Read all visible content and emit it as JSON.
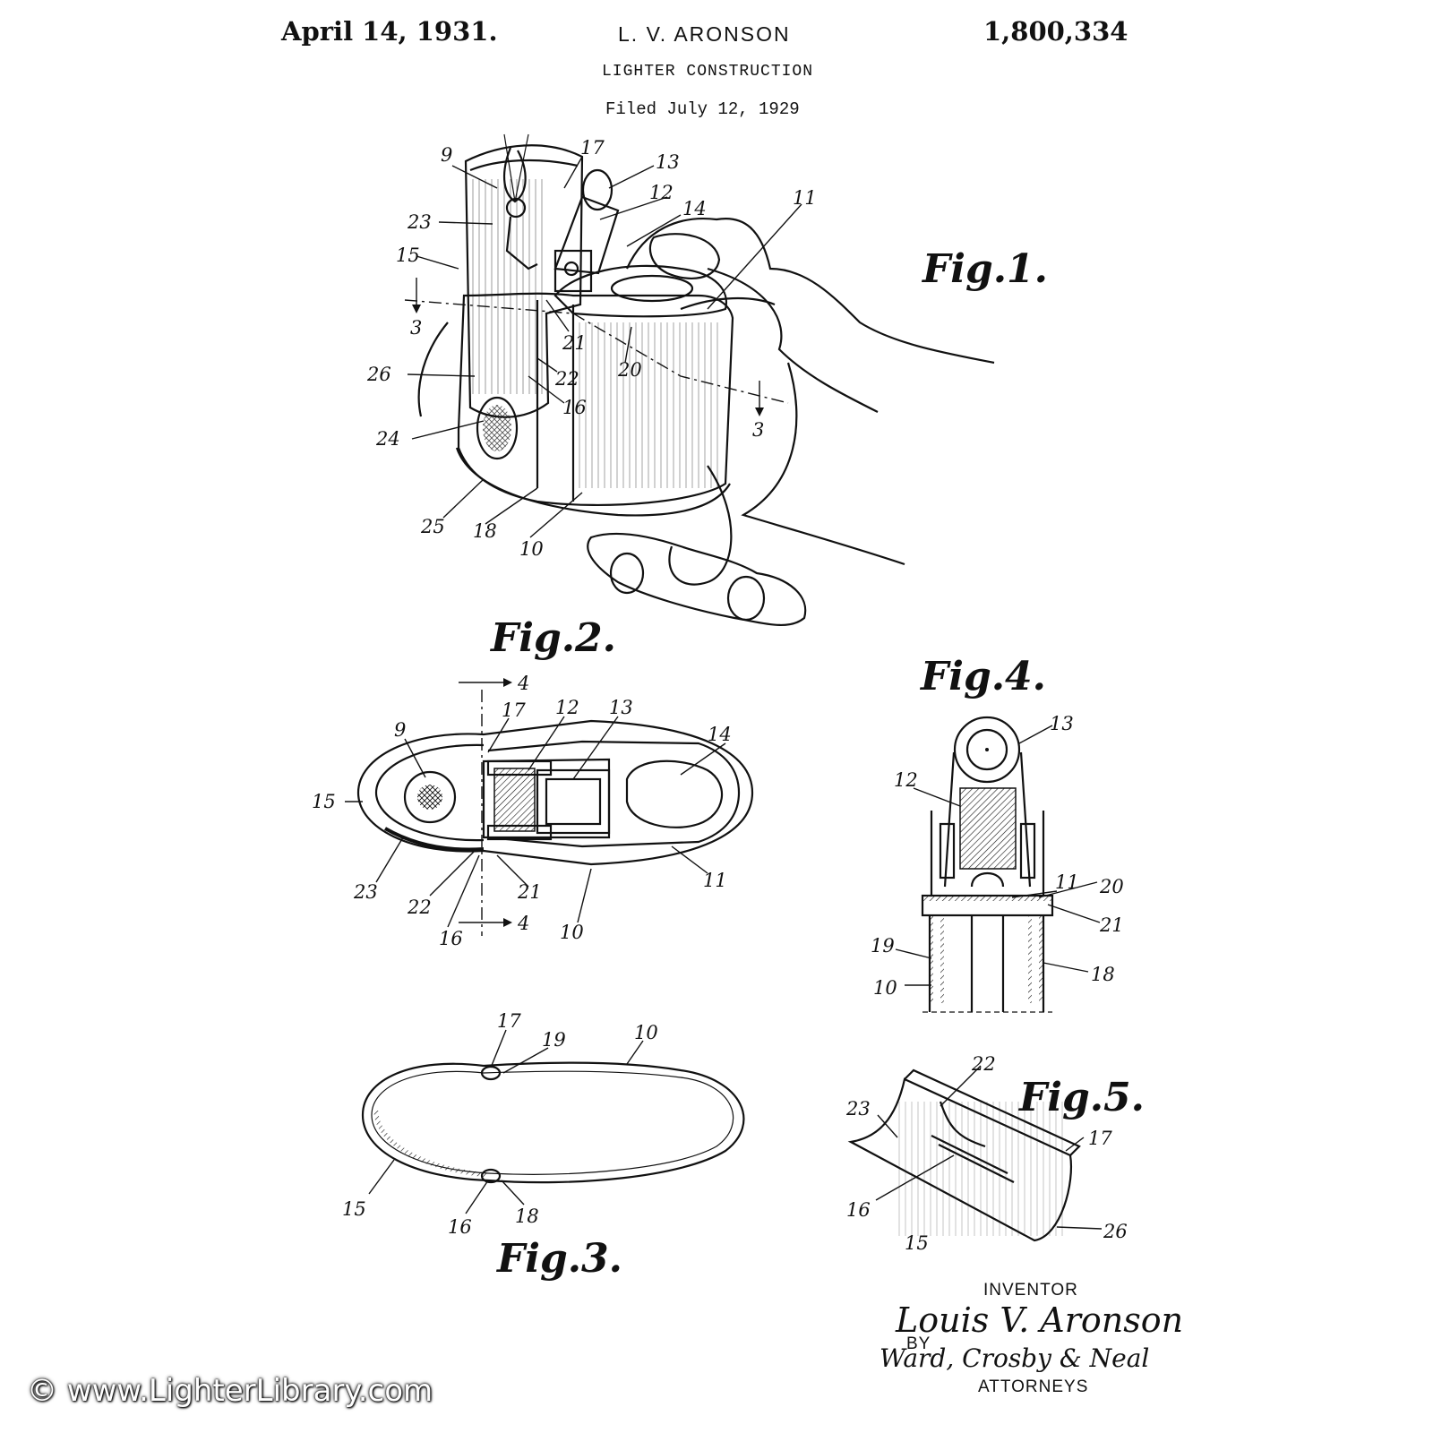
{
  "header": {
    "date": "April 14, 1931.",
    "inventor": "L. V. ARONSON",
    "patent_number": "1,800,334",
    "title": "LIGHTER CONSTRUCTION",
    "filed": "Filed July 12, 1929"
  },
  "figures": {
    "fig1": {
      "label": "Fig.1.",
      "refs": [
        "9",
        "17",
        "13",
        "12",
        "14",
        "11",
        "23",
        "15",
        "3",
        "26",
        "21",
        "22",
        "20",
        "16",
        "24",
        "25",
        "18",
        "10",
        "3"
      ]
    },
    "fig2": {
      "label": "Fig.2.",
      "refs": [
        "4",
        "9",
        "17",
        "12",
        "13",
        "14",
        "15",
        "23",
        "22",
        "21",
        "11",
        "16",
        "10",
        "4"
      ]
    },
    "fig3": {
      "label": "Fig.3.",
      "refs": [
        "17",
        "19",
        "10",
        "15",
        "16",
        "18"
      ]
    },
    "fig4": {
      "label": "Fig.4.",
      "refs": [
        "13",
        "12",
        "11",
        "20",
        "21",
        "19",
        "18",
        "10"
      ]
    },
    "fig5": {
      "label": "Fig.5.",
      "refs": [
        "22",
        "23",
        "17",
        "16",
        "26",
        "15"
      ]
    }
  },
  "signature": {
    "inventor_label": "INVENTOR",
    "inventor_name": "Louis V. Aronson",
    "by": "BY",
    "attorneys_signature": "Ward, Crosby & Neal",
    "attorneys_label": "ATTORNEYS"
  },
  "watermark": "© www.LighterLibrary.com"
}
